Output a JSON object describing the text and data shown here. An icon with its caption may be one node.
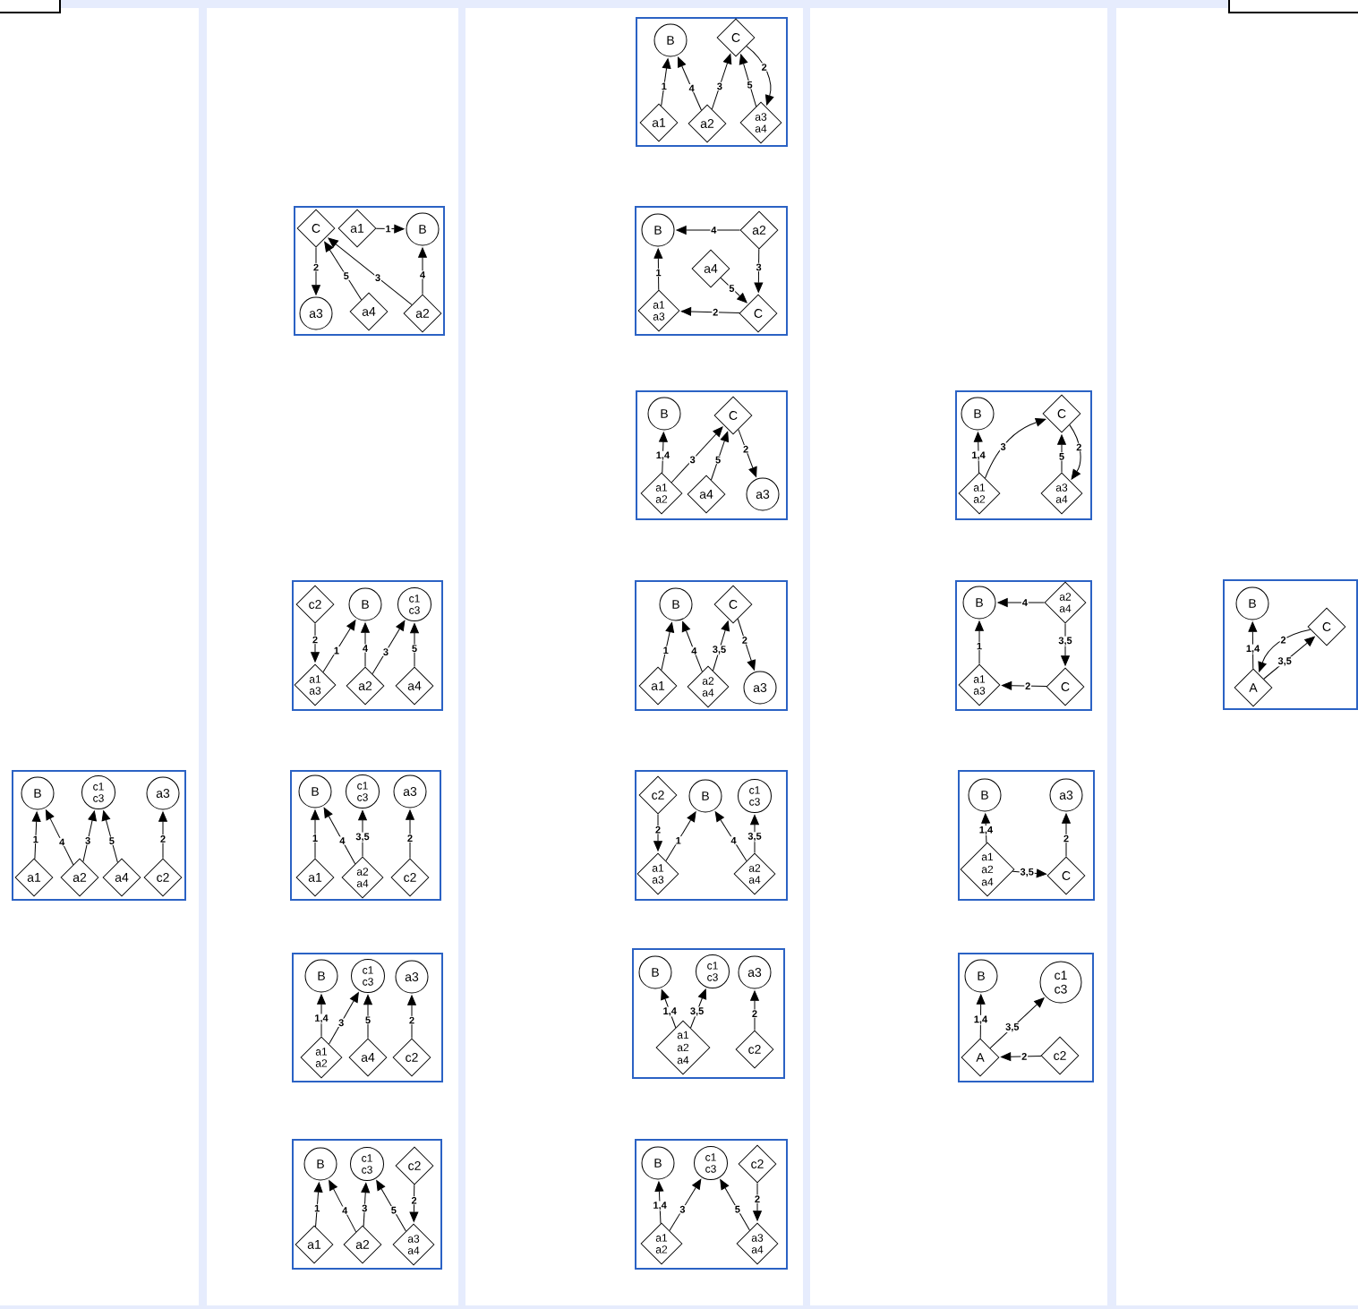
{
  "diagram": {
    "nodes": [
      {
        "text": [],
        "shape": "box"
      },
      {
        "text": [
          "B"
        ],
        "in": 0
      },
      {
        "text": [
          "C"
        ],
        "in": 0
      },
      {
        "text": [
          "a1"
        ],
        "in": 0
      },
      {
        "text": [
          "a2"
        ],
        "in": 0
      },
      {
        "text": [
          "a3 a4"
        ],
        "in": 0
      },
      {
        "text": [],
        "shape": "box"
      },
      {
        "text": [
          "C"
        ],
        "in": 6
      },
      {
        "text": [
          "a1"
        ],
        "in": 6
      },
      {
        "text": [
          "B"
        ],
        "in": 6
      },
      {
        "text": [
          "a3"
        ],
        "in": 6
      },
      {
        "text": [
          "a4"
        ],
        "in": 6
      },
      {
        "text": [
          "a2"
        ],
        "in": 6
      },
      {
        "text": [],
        "shape": "box"
      },
      {
        "text": [
          "B"
        ],
        "in": 13
      },
      {
        "text": [
          "a2"
        ],
        "in": 13
      },
      {
        "text": [
          "a4"
        ],
        "in": 13
      },
      {
        "text": [
          "a1 a3"
        ],
        "in": 13
      },
      {
        "text": [
          "C"
        ],
        "in": 13
      },
      {
        "text": [],
        "shape": "box"
      },
      {
        "text": [
          "B"
        ],
        "in": 19
      },
      {
        "text": [
          "C"
        ],
        "in": 19
      },
      {
        "text": [
          "a1 a2"
        ],
        "in": 19
      },
      {
        "text": [
          "a4"
        ],
        "in": 19
      },
      {
        "text": [
          "a3"
        ],
        "in": 19
      },
      {
        "text": [],
        "shape": "box"
      },
      {
        "text": [
          "B"
        ],
        "in": 25
      },
      {
        "text": [
          "C"
        ],
        "in": 25
      },
      {
        "text": [
          "a1 a2"
        ],
        "in": 25
      },
      {
        "text": [
          "a3 a4"
        ],
        "in": 25
      },
      {
        "text": [],
        "shape": "box"
      },
      {
        "text": [
          "c2"
        ],
        "in": 30
      },
      {
        "text": [
          "B"
        ],
        "in": 30
      },
      {
        "text": [
          "c1 c3"
        ],
        "in": 30
      },
      {
        "text": [
          "a1 a3"
        ],
        "in": 30
      },
      {
        "text": [
          "a2"
        ],
        "in": 30
      },
      {
        "text": [
          "a4"
        ],
        "in": 30
      },
      {
        "text": [],
        "shape": "box"
      },
      {
        "text": [
          "B"
        ],
        "in": 37
      },
      {
        "text": [
          "C"
        ],
        "in": 37
      },
      {
        "text": [
          "a1"
        ],
        "in": 37
      },
      {
        "text": [
          "a2 a4"
        ],
        "in": 37
      },
      {
        "text": [
          "a3"
        ],
        "in": 37
      },
      {
        "text": [],
        "shape": "box"
      },
      {
        "text": [
          "B"
        ],
        "in": 43
      },
      {
        "text": [
          "a2 a4"
        ],
        "in": 43
      },
      {
        "text": [
          "a1 a3"
        ],
        "in": 43
      },
      {
        "text": [
          "C"
        ],
        "in": 43
      },
      {
        "text": [],
        "shape": "box"
      },
      {
        "text": [
          "B"
        ],
        "in": 48
      },
      {
        "text": [
          "C"
        ],
        "in": 48
      },
      {
        "text": [
          "A"
        ],
        "in": 48
      },
      {
        "text": [],
        "shape": "box"
      },
      {
        "text": [
          "B"
        ],
        "in": 52
      },
      {
        "text": [
          "c1 c3"
        ],
        "in": 52
      },
      {
        "text": [
          "a3"
        ],
        "in": 52
      },
      {
        "text": [
          "a1"
        ],
        "in": 52
      },
      {
        "text": [
          "a2"
        ],
        "in": 52
      },
      {
        "text": [
          "a4"
        ],
        "in": 52
      },
      {
        "text": [
          "c2"
        ],
        "in": 52
      },
      {
        "text": [],
        "shape": "box"
      },
      {
        "text": [
          "B"
        ],
        "in": 60
      },
      {
        "text": [
          "c1 c3"
        ],
        "in": 60
      },
      {
        "text": [
          "a3"
        ],
        "in": 60
      },
      {
        "text": [
          "a1"
        ],
        "in": 60
      },
      {
        "text": [
          "a2 a4"
        ],
        "in": 60
      },
      {
        "text": [
          "c2"
        ],
        "in": 60
      },
      {
        "text": [],
        "shape": "box"
      },
      {
        "text": [
          "c2"
        ],
        "in": 67
      },
      {
        "text": [
          "B"
        ],
        "in": 67
      },
      {
        "text": [
          "c1 c3"
        ],
        "in": 67
      },
      {
        "text": [
          "a1 a3"
        ],
        "in": 67
      },
      {
        "text": [
          "a2 a4"
        ],
        "in": 67
      },
      {
        "text": [],
        "shape": "box"
      },
      {
        "text": [
          "B"
        ],
        "in": 73
      },
      {
        "text": [
          "a3"
        ],
        "in": 73
      },
      {
        "text": [
          "a1 a2 a4"
        ],
        "in": 73
      },
      {
        "text": [
          "C"
        ],
        "in": 73
      },
      {
        "text": [],
        "shape": "box"
      },
      {
        "text": [
          "B"
        ],
        "in": 78
      },
      {
        "text": [
          "c1 c3"
        ],
        "in": 78
      },
      {
        "text": [
          "a3"
        ],
        "in": 78
      },
      {
        "text": [
          "a1 a2"
        ],
        "in": 78
      },
      {
        "text": [
          "a4"
        ],
        "in": 78
      },
      {
        "text": [
          "c2"
        ],
        "in": 78
      },
      {
        "text": [],
        "shape": "box"
      },
      {
        "text": [
          "B"
        ],
        "in": 85
      },
      {
        "text": [
          "c1 c3"
        ],
        "in": 85
      },
      {
        "text": [
          "a3"
        ],
        "in": 85
      },
      {
        "text": [
          "a1 a2 a4"
        ],
        "in": 85
      },
      {
        "text": [
          "c2"
        ],
        "in": 85
      },
      {
        "text": [],
        "shape": "box"
      },
      {
        "text": [
          "B"
        ],
        "in": 91
      },
      {
        "text": [
          "c1 c3"
        ],
        "in": 91
      },
      {
        "text": [
          "A"
        ],
        "in": 91
      },
      {
        "text": [
          "c2"
        ],
        "in": 91
      },
      {
        "text": [],
        "shape": "box"
      },
      {
        "text": [
          "B"
        ],
        "in": 96
      },
      {
        "text": [
          "c1 c3"
        ],
        "in": 96
      },
      {
        "text": [
          "c2"
        ],
        "in": 96
      },
      {
        "text": [
          "a1"
        ],
        "in": 96
      },
      {
        "text": [
          "a2"
        ],
        "in": 96
      },
      {
        "text": [
          "a3 a4"
        ],
        "in": 96
      },
      {
        "text": [],
        "shape": "box"
      },
      {
        "text": [
          "B"
        ],
        "in": 103
      },
      {
        "text": [
          "c1 c3"
        ],
        "in": 103
      },
      {
        "text": [
          "c2"
        ],
        "in": 103
      },
      {
        "text": [
          "a1 a2"
        ],
        "in": 103
      },
      {
        "text": [
          "a3 a4"
        ],
        "in": 103
      }
    ],
    "edges": [
      {
        "from": 3,
        "to": 1,
        "arrow": "to",
        "label": "1"
      },
      {
        "from": 4,
        "to": 1,
        "arrow": "to",
        "label": "4"
      },
      {
        "from": 4,
        "to": 2,
        "arrow": "to",
        "label": "3"
      },
      {
        "from": 2,
        "to": 5,
        "arrow": "to",
        "label": "2"
      },
      {
        "from": 5,
        "to": 2,
        "arrow": "to",
        "label": "5"
      },
      {
        "from": 8,
        "to": 9,
        "arrow": "to",
        "label": "1"
      },
      {
        "from": 7,
        "to": 10,
        "arrow": "to",
        "label": "2"
      },
      {
        "from": 11,
        "to": 7,
        "arrow": "to",
        "label": "5"
      },
      {
        "from": 12,
        "to": 7,
        "arrow": "to",
        "label": "3"
      },
      {
        "from": 12,
        "to": 9,
        "arrow": "to",
        "label": "4"
      },
      {
        "from": 15,
        "to": 14,
        "arrow": "to",
        "label": "4"
      },
      {
        "from": 15,
        "to": 18,
        "arrow": "to",
        "label": "3"
      },
      {
        "from": 16,
        "to": 18,
        "arrow": "to",
        "label": "5"
      },
      {
        "from": 18,
        "to": 17,
        "arrow": "to",
        "label": "2"
      },
      {
        "from": 17,
        "to": 14,
        "arrow": "to",
        "label": "1"
      },
      {
        "from": 22,
        "to": 20,
        "arrow": "to",
        "label": "1,4"
      },
      {
        "from": 22,
        "to": 21,
        "arrow": "to",
        "label": "3"
      },
      {
        "from": 23,
        "to": 21,
        "arrow": "to",
        "label": "5"
      },
      {
        "from": 21,
        "to": 24,
        "arrow": "to",
        "label": "2"
      },
      {
        "from": 28,
        "to": 26,
        "arrow": "to",
        "label": "1,4"
      },
      {
        "from": 28,
        "to": 27,
        "arrow": "to",
        "label": "3"
      },
      {
        "from": 27,
        "to": 29,
        "arrow": "to",
        "label": "2"
      },
      {
        "from": 29,
        "to": 27,
        "arrow": "to",
        "label": "5"
      },
      {
        "from": 31,
        "to": 34,
        "arrow": "to",
        "label": "2"
      },
      {
        "from": 34,
        "to": 32,
        "arrow": "to",
        "label": "1"
      },
      {
        "from": 35,
        "to": 32,
        "arrow": "to",
        "label": "4"
      },
      {
        "from": 35,
        "to": 33,
        "arrow": "to",
        "label": "3"
      },
      {
        "from": 36,
        "to": 33,
        "arrow": "to",
        "label": "5"
      },
      {
        "from": 40,
        "to": 38,
        "arrow": "to",
        "label": "1"
      },
      {
        "from": 41,
        "to": 38,
        "arrow": "to",
        "label": "4"
      },
      {
        "from": 41,
        "to": 39,
        "arrow": "to",
        "label": "3,5"
      },
      {
        "from": 39,
        "to": 42,
        "arrow": "to",
        "label": "2"
      },
      {
        "from": 45,
        "to": 44,
        "arrow": "to",
        "label": "4"
      },
      {
        "from": 45,
        "to": 47,
        "arrow": "to",
        "label": "3,5"
      },
      {
        "from": 47,
        "to": 46,
        "arrow": "to",
        "label": "2"
      },
      {
        "from": 46,
        "to": 44,
        "arrow": "to",
        "label": "1"
      },
      {
        "from": 51,
        "to": 49,
        "arrow": "to",
        "label": "1,4"
      },
      {
        "from": 50,
        "to": 51,
        "arrow": "to",
        "label": "2"
      },
      {
        "from": 51,
        "to": 50,
        "arrow": "to",
        "label": "3,5"
      },
      {
        "from": 56,
        "to": 53,
        "arrow": "to",
        "label": "1"
      },
      {
        "from": 57,
        "to": 53,
        "arrow": "to",
        "label": "4"
      },
      {
        "from": 57,
        "to": 54,
        "arrow": "to",
        "label": "3"
      },
      {
        "from": 58,
        "to": 54,
        "arrow": "to",
        "label": "5"
      },
      {
        "from": 59,
        "to": 55,
        "arrow": "to",
        "label": "2"
      },
      {
        "from": 64,
        "to": 61,
        "arrow": "to",
        "label": "1"
      },
      {
        "from": 65,
        "to": 61,
        "arrow": "to",
        "label": "4"
      },
      {
        "from": 65,
        "to": 62,
        "arrow": "to",
        "label": "3,5"
      },
      {
        "from": 66,
        "to": 63,
        "arrow": "to",
        "label": "2"
      },
      {
        "from": 68,
        "to": 71,
        "arrow": "to",
        "label": "2"
      },
      {
        "from": 71,
        "to": 69,
        "arrow": "to",
        "label": "1"
      },
      {
        "from": 72,
        "to": 69,
        "arrow": "to",
        "label": "4"
      },
      {
        "from": 72,
        "to": 70,
        "arrow": "to",
        "label": "3,5"
      },
      {
        "from": 76,
        "to": 74,
        "arrow": "to",
        "label": "1,4"
      },
      {
        "from": 76,
        "to": 77,
        "arrow": "to",
        "label": "3,5"
      },
      {
        "from": 77,
        "to": 75,
        "arrow": "to",
        "label": "2"
      },
      {
        "from": 82,
        "to": 79,
        "arrow": "to",
        "label": "1,4"
      },
      {
        "from": 82,
        "to": 80,
        "arrow": "to",
        "label": "3"
      },
      {
        "from": 83,
        "to": 80,
        "arrow": "to",
        "label": "5"
      },
      {
        "from": 84,
        "to": 81,
        "arrow": "to",
        "label": "2"
      },
      {
        "from": 89,
        "to": 86,
        "arrow": "to",
        "label": "1,4"
      },
      {
        "from": 89,
        "to": 87,
        "arrow": "to",
        "label": "3,5"
      },
      {
        "from": 90,
        "to": 88,
        "arrow": "to",
        "label": "2"
      },
      {
        "from": 94,
        "to": 92,
        "arrow": "to",
        "label": "1,4"
      },
      {
        "from": 94,
        "to": 93,
        "arrow": "to",
        "label": "3,5"
      },
      {
        "from": 95,
        "to": 94,
        "arrow": "to",
        "label": "2"
      },
      {
        "from": 100,
        "to": 97,
        "arrow": "to",
        "label": "1"
      },
      {
        "from": 101,
        "to": 97,
        "arrow": "to",
        "label": "4"
      },
      {
        "from": 101,
        "to": 98,
        "arrow": "to",
        "label": "3"
      },
      {
        "from": 102,
        "to": 98,
        "arrow": "to",
        "label": "5"
      },
      {
        "from": 99,
        "to": 102,
        "arrow": "to",
        "label": "2"
      },
      {
        "from": 107,
        "to": 104,
        "arrow": "to",
        "label": "1,4"
      },
      {
        "from": 107,
        "to": 105,
        "arrow": "to",
        "label": "3"
      },
      {
        "from": 108,
        "to": 105,
        "arrow": "to",
        "label": "5"
      },
      {
        "from": 106,
        "to": 108,
        "arrow": "to",
        "label": "2"
      }
    ]
  }
}
